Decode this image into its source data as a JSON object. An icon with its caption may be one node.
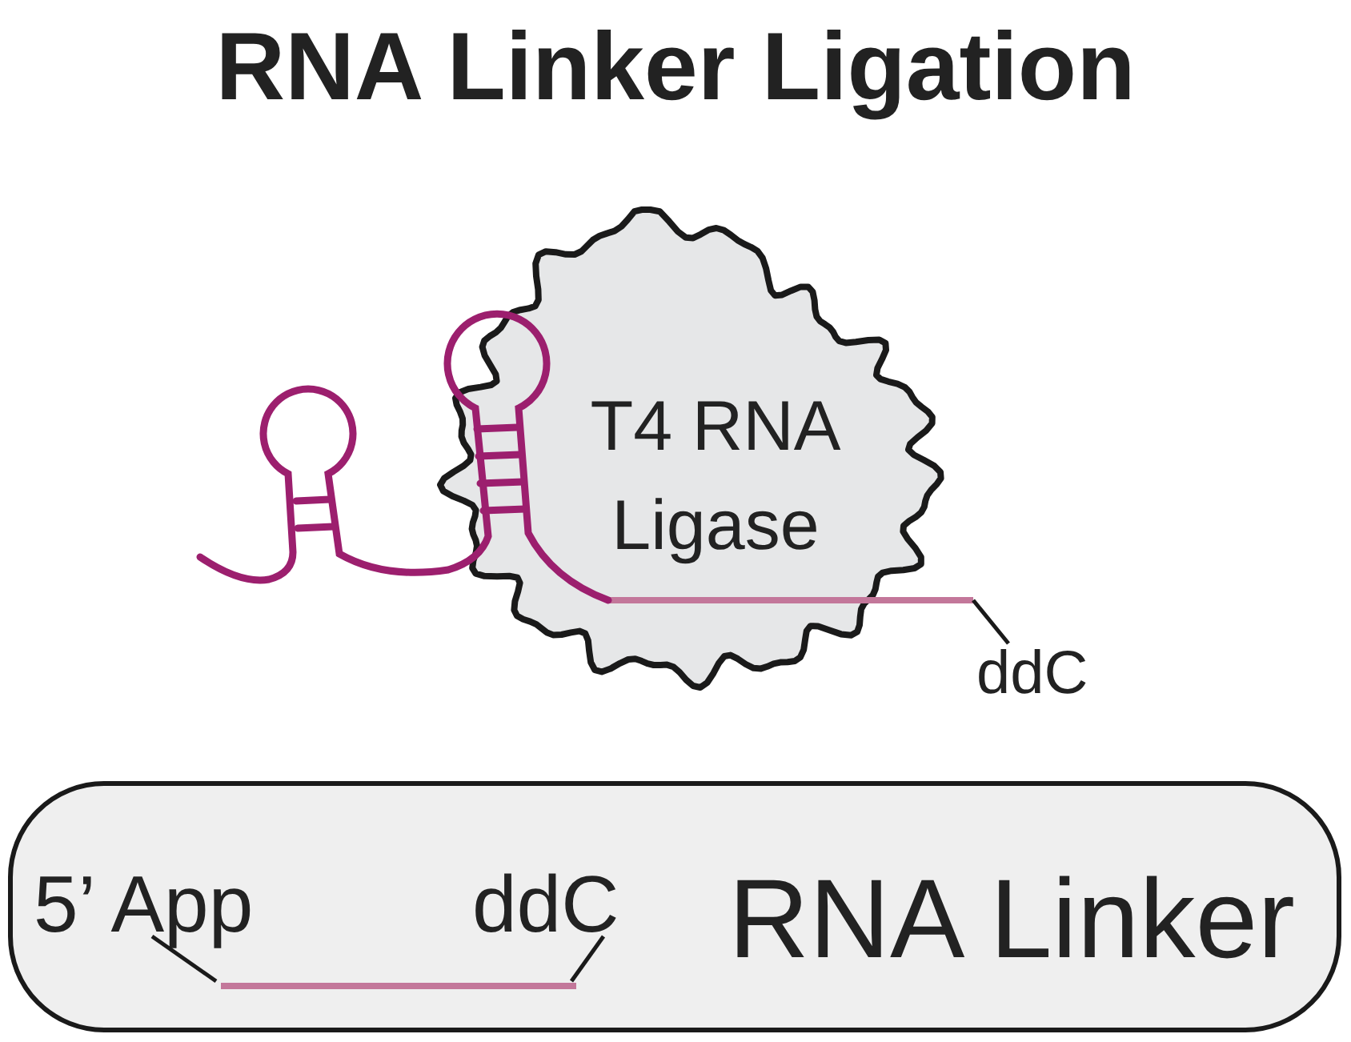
{
  "diagram": {
    "title": "RNA Linker Ligation",
    "nodes": [
      {
        "text": [
          "T4 RNA Ligase"
        ]
      },
      {
        "text": [],
        "shape": "line"
      },
      {
        "text": [
          "ddC"
        ]
      },
      {
        "text": [
          "RNA Linker"
        ]
      },
      {
        "text": [
          "5’ App"
        ],
        "in": 3
      },
      {
        "text": [
          "ddC"
        ],
        "in": 3
      },
      {
        "text": [],
        "shape": "line",
        "in": 3
      }
    ],
    "edges": [
      {
        "from": 2,
        "to": 1,
        "arrow": "none"
      },
      {
        "from": 4,
        "to": 6,
        "arrow": "none"
      },
      {
        "from": 5,
        "to": 6,
        "arrow": "none"
      }
    ]
  }
}
